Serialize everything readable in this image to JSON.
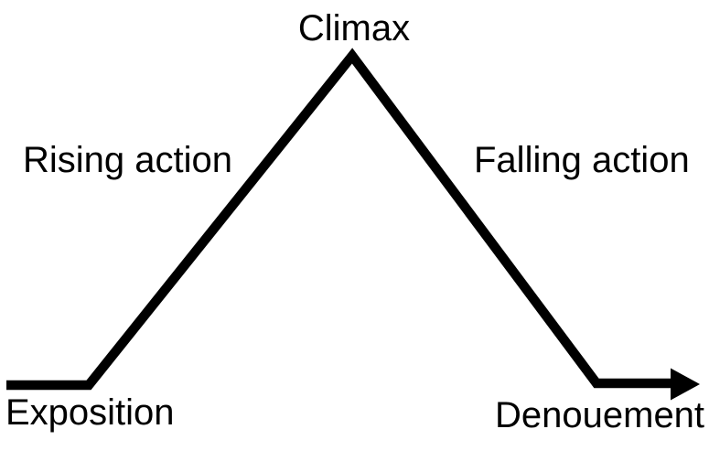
{
  "diagram": {
    "type": "plot-structure-pyramid",
    "phases": [
      {
        "id": "exposition",
        "label": "Exposition"
      },
      {
        "id": "rising-action",
        "label": "Rising action"
      },
      {
        "id": "climax",
        "label": "Climax"
      },
      {
        "id": "falling-action",
        "label": "Falling action"
      },
      {
        "id": "denouement",
        "label": "Denouement"
      }
    ],
    "colors": {
      "line": "#000000",
      "text": "#000000",
      "background": "#ffffff"
    }
  }
}
